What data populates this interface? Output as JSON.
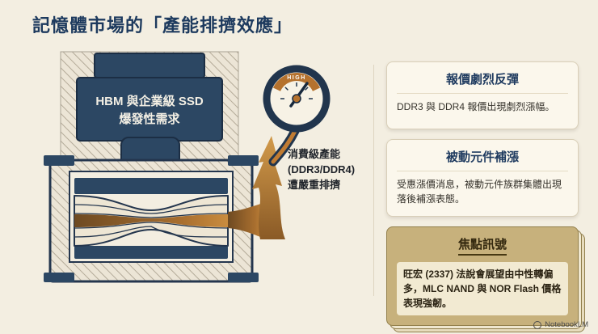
{
  "page": {
    "title": "記憶體市場的「產能排擠效應」",
    "watermark": "NotebookLM"
  },
  "diagram": {
    "press_label_line1": "HBM 與企業級 SSD",
    "press_label_line2": "爆發性需求",
    "gauge_label": "HIGH",
    "caption_line1": "消費級產能",
    "caption_line2": "(DDR3/DDR4)",
    "caption_line3": "遭嚴重排擠"
  },
  "cards": [
    {
      "title": "報價劇烈反彈",
      "body": "DDR3 與 DDR4 報價出現劇烈漲幅。",
      "highlight": false
    },
    {
      "title": "被動元件補漲",
      "body": "受惠漲價消息，被動元件族群集體出現落後補漲表態。",
      "highlight": false
    },
    {
      "title": "焦點訊號",
      "body": "旺宏 (2337) 法說會展望由中性轉偏多，MLC NAND 與 NOR Flash 價格表現強韌。",
      "highlight": true
    }
  ],
  "colors": {
    "background": "#f3eee1",
    "navy": "#2c4763",
    "navy_dark": "#21354d",
    "copper": "#b5722e",
    "card_bg": "#fbf7ec",
    "highlight_card_bg": "#c7b17c",
    "title_text": "#1d3a5e"
  }
}
